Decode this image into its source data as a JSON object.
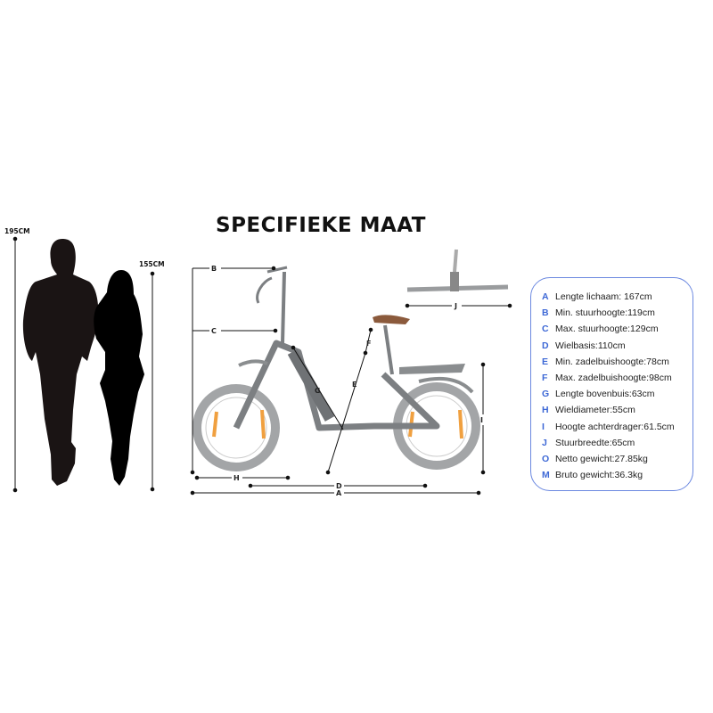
{
  "title": "SPECIFIEKE MAAT",
  "heights": {
    "man": "195CM",
    "woman": "155CM"
  },
  "dimension_letters": {
    "A": "A",
    "B": "B",
    "C": "C",
    "D": "D",
    "E": "E",
    "F": "F",
    "G": "G",
    "H": "H",
    "I": "I",
    "J": "J"
  },
  "specs": [
    {
      "key": "A",
      "text": "Lengte lichaam:  167cm"
    },
    {
      "key": "B",
      "text": "Min. stuurhoogte:119cm"
    },
    {
      "key": "C",
      "text": "Max. stuurhoogte:129cm"
    },
    {
      "key": "D",
      "text": "Wielbasis:110cm"
    },
    {
      "key": "E",
      "text": "Min. zadelbuishoogte:78cm"
    },
    {
      "key": "F",
      "text": "Max. zadelbuishoogte:98cm"
    },
    {
      "key": "G",
      "text": "Lengte bovenbuis:63cm"
    },
    {
      "key": "H",
      "text": "Wieldiameter:55cm"
    },
    {
      "key": "I",
      "text": "Hoogte achterdrager:61.5cm"
    },
    {
      "key": "J",
      "text": "Stuurbreedte:65cm"
    },
    {
      "key": "O",
      "text": "Netto gewicht:27.85kg"
    },
    {
      "key": "M",
      "text": "Bruto gewicht:36.3kg"
    }
  ],
  "colors": {
    "accent": "#3d68d6",
    "border": "#6b88e0",
    "bike": "#8a8d8f",
    "tire": "#a3a5a7",
    "rim": "#f0a040",
    "saddle": "#8b5a3c"
  }
}
